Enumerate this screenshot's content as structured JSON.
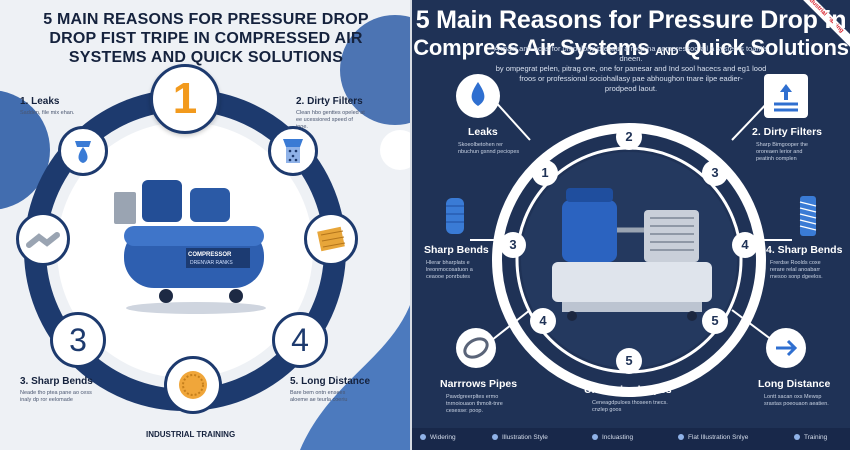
{
  "left": {
    "title_lines": [
      "5 MAIN REASONS FOR PRESSURE DROP",
      "DROP FIST TRIPE IN COMPRESSED AIR",
      "SYSTEMS AND QUICK SOLUTIONS"
    ],
    "big_number": "1",
    "items": {
      "leaks": {
        "label": "1. Leaks",
        "desc": "Sadden, file mix ehan."
      },
      "dirty_filters": {
        "label": "2. Dirty Filters",
        "desc": "Clean hbo genttes opeled at ee ucessiored speed of inoe."
      },
      "sharp_bends": {
        "label": "3. Sharp Bends",
        "desc": "Neade tho ptea pane ao cess inaly dp ror eelomade"
      },
      "long_distance": {
        "label": "5. Long Distance",
        "desc": "Bare bem ontn ensees aloeme ae teurla coeriu"
      }
    },
    "numbers": [
      "3",
      "4"
    ],
    "compressor_text": [
      "COMPRESSOR",
      "DRENVAR RANKS"
    ],
    "footer": "INDUSTRIAL TRAINING",
    "colors": {
      "navy": "#1d3a6e",
      "accent": "#f29a1d",
      "bg": "#eef1f5"
    }
  },
  "right": {
    "title_line1": "5 Main Reasons for Pressure Drop in",
    "title_line2_a": "Compress Air Systems",
    "title_line2_small": "AND",
    "title_line2_b": "Quick Solutions",
    "subtitle_lines": [
      "A main and ocas for ompolony pressur a rocp ha compressod ail a systems toant's dneen.",
      "by ompegrat pelen, pitrag one, one for panesar and Ind sool hacecs and eg1 lood",
      "froos or professional sociohallasy pae abhoughon tnare ilpe eadier-",
      "prodpeod laout."
    ],
    "labels": {
      "leaks": "Leaks",
      "dirty_filters": "2. Dirty Filters",
      "sharp_bends_left": "Sharp Bends",
      "sharp_bends_right": "4. Sharp Bends",
      "narrow_pipes": "Narrrows Pipes",
      "undersized": "Undersized Pipes",
      "long_distance": "Long Distance"
    },
    "descs": {
      "leaks": "Skoeolbetohen rer nbuchun gsnnd peciopes",
      "dirty_filters": "Sharp Bimgooper the ororeaen lerior and peatinh oomplen",
      "sharp_bends_left": "Hlerar bharplats e lreonmocosatuon a ceaooe ponrbutes",
      "sharp_bends_right": "Frerdse Roolds coxe rerare relal anoabarr rnesoo sonp dgeelos.",
      "narrow_pipes": "Pawdgreerpltes ermo tnrnoiouaon thmolt-tnre cesesse: poop.",
      "undersized": "Ceneagdpuloes thoseen tnecs. cnzlep goos",
      "long_distance": "Lontt sacan oxs Mewsp sraxtas poeouaon aeatien."
    },
    "numbers": [
      "1",
      "2",
      "3",
      "3",
      "4",
      "4",
      "5",
      "5"
    ],
    "badge": "Industrial training",
    "footer_items": [
      "Widering",
      "Illustration Style",
      "Incluasting",
      "Flat Illustration Snlye",
      "Training"
    ],
    "colors": {
      "bg": "#1f3256",
      "ring": "#ffffff",
      "accent": "#4a8fe0"
    }
  }
}
